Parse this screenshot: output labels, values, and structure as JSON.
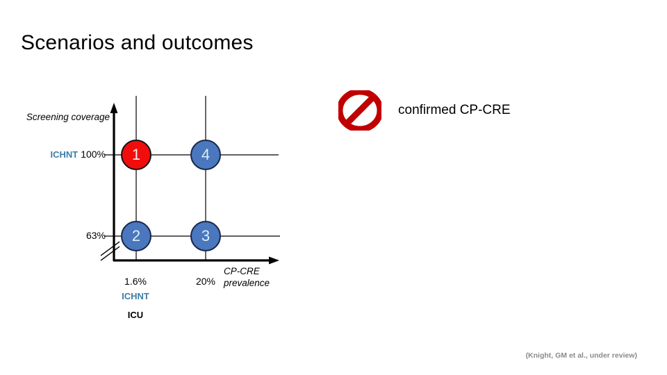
{
  "slide": {
    "title": "Scenarios and outcomes",
    "citation": "(Knight, GM et al., under review)"
  },
  "legend": {
    "icon": "no-entry-icon",
    "label": "confirmed CP-CRE",
    "icon_color": "#C00000"
  },
  "axes": {
    "y": {
      "title": "Screening coverage",
      "ticks": [
        {
          "site": "ICHNT",
          "value": "100%"
        },
        {
          "site": "",
          "value": "63%"
        }
      ],
      "has_break": true
    },
    "x": {
      "title": "CP-CRE prevalence",
      "ticks": [
        {
          "value": "1.6%",
          "site": "ICHNT",
          "unit": "ICU"
        },
        {
          "value": "20%",
          "site": "",
          "unit": ""
        }
      ]
    }
  },
  "chart_data": {
    "type": "scatter",
    "title": "Scenarios and outcomes",
    "xlabel": "CP-CRE prevalence",
    "ylabel": "Screening coverage",
    "xtick_labels": [
      "1.6%",
      "20%"
    ],
    "ytick_labels": [
      "100%",
      "63%"
    ],
    "x": [
      1.6,
      20,
      20,
      1.6
    ],
    "y": [
      100,
      100,
      63,
      63
    ],
    "grid": true,
    "legend_position": "top-right",
    "points": [
      {
        "label": "1",
        "x": "1.6%",
        "y": "100%",
        "color": "#F20D0D",
        "outcome": "confirmed CP-CRE"
      },
      {
        "label": "4",
        "x": "20%",
        "y": "100%",
        "color": "#4A77BE",
        "outcome": ""
      },
      {
        "label": "3",
        "x": "20%",
        "y": "63%",
        "color": "#4A77BE",
        "outcome": ""
      },
      {
        "label": "2",
        "x": "1.6%",
        "y": "63%",
        "color": "#4A77BE",
        "outcome": ""
      }
    ]
  },
  "colors": {
    "marker_red": "#F20D0D",
    "marker_blue": "#4A77BE",
    "site_label_blue": "#3E7DA6",
    "prohibition_red": "#C00000",
    "citation_gray": "#8a8a8a"
  }
}
